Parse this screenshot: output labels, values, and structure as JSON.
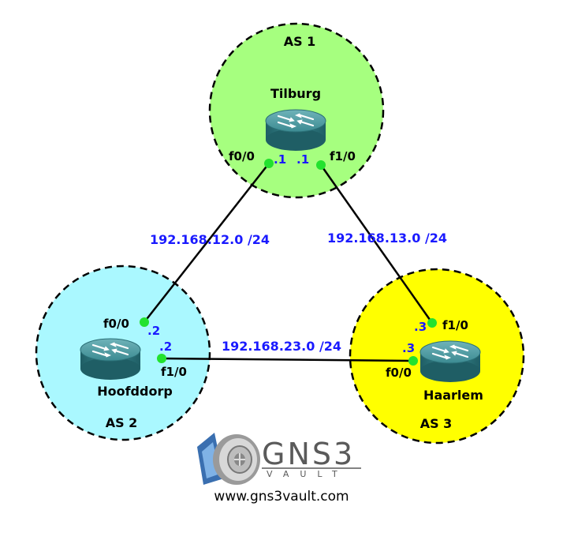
{
  "colors": {
    "as1": "#a6ff7f",
    "as2": "#aaf8ff",
    "as3": "#ffff00",
    "interface_dot": "#22e22e",
    "ip_text": "#1a1aff",
    "router_body": "#2f7e86"
  },
  "autonomous_systems": [
    {
      "label": "AS 1"
    },
    {
      "label": "AS 2"
    },
    {
      "label": "AS 3"
    }
  ],
  "routers": [
    {
      "name": "Tilburg",
      "icon": "router-icon"
    },
    {
      "name": "Hoofddorp",
      "icon": "router-icon"
    },
    {
      "name": "Haarlem",
      "icon": "router-icon"
    }
  ],
  "links": [
    {
      "network": "192.168.12.0 /24",
      "a": {
        "interface": "f0/0",
        "ip": ".1"
      },
      "b": {
        "interface": "f0/0",
        "ip": ".2"
      }
    },
    {
      "network": "192.168.13.0 /24",
      "a": {
        "interface": "f1/0",
        "ip": ".1"
      },
      "b": {
        "interface": "f1/0",
        "ip": ".3"
      }
    },
    {
      "network": "192.168.23.0 /24",
      "a": {
        "interface": "f1/0",
        "ip": ".2"
      },
      "b": {
        "interface": "f0/0",
        "ip": ".3"
      }
    }
  ],
  "logo": {
    "brand": "GNS3",
    "tagline": "VAULT",
    "url": "www.gns3vault.com",
    "icon": "gns3-vault-logo-icon"
  }
}
